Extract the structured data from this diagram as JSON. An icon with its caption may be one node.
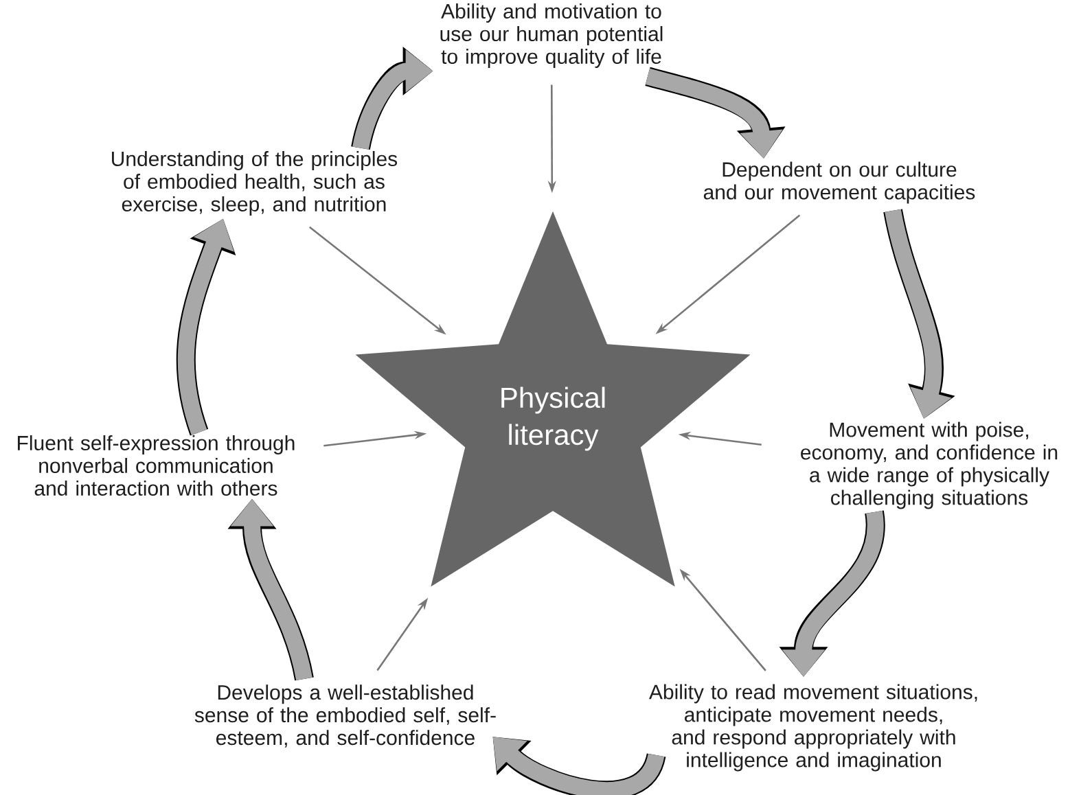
{
  "diagram": {
    "nodes": [
      {
        "text": [
          "Ability and motivation to use our human potential to improve quality of life"
        ]
      },
      {
        "text": [
          "Understanding of the principles of embodied health, such as exercise, sleep, and nutrition"
        ]
      },
      {
        "text": [
          "Dependent on our culture and our movement capacities"
        ]
      },
      {
        "text": [
          "Physical literacy"
        ]
      },
      {
        "text": [
          "Fluent self-expression through nonverbal communication and interaction with others"
        ]
      },
      {
        "text": [
          "Movement with poise, economy, and confidence in a wide range of physically challenging situations"
        ]
      },
      {
        "text": [
          "Develops a well-established sense of the embodied self, self-esteem, and self-confidence"
        ]
      },
      {
        "text": [
          "Ability to read movement situations, anticipate movement needs, and respond appropriately with intelligence and imagination"
        ]
      }
    ],
    "edges": [
      {
        "from": 0,
        "to": 3,
        "arrow": "to"
      },
      {
        "from": 1,
        "to": 3,
        "arrow": "to"
      },
      {
        "from": 2,
        "to": 3,
        "arrow": "to"
      },
      {
        "from": 4,
        "to": 3,
        "arrow": "to"
      },
      {
        "from": 5,
        "to": 3,
        "arrow": "to"
      },
      {
        "from": 6,
        "to": 3,
        "arrow": "to"
      },
      {
        "from": 7,
        "to": 3,
        "arrow": "to"
      },
      {
        "from": 1,
        "to": 0,
        "arrow": "to",
        "style": "thick",
        "color": "#a8a8a8"
      },
      {
        "from": 0,
        "to": 2,
        "arrow": "to",
        "style": "thick",
        "color": "#a8a8a8"
      },
      {
        "from": 2,
        "to": 5,
        "arrow": "to",
        "style": "thick",
        "color": "#a8a8a8"
      },
      {
        "from": 5,
        "to": 7,
        "arrow": "to",
        "style": "thick",
        "color": "#a8a8a8"
      },
      {
        "from": 7,
        "to": 6,
        "arrow": "to",
        "style": "thick",
        "color": "#a8a8a8"
      },
      {
        "from": 6,
        "to": 4,
        "arrow": "to",
        "style": "thick",
        "color": "#a8a8a8"
      },
      {
        "from": 4,
        "to": 1,
        "arrow": "to",
        "style": "thick",
        "color": "#a8a8a8"
      }
    ]
  }
}
